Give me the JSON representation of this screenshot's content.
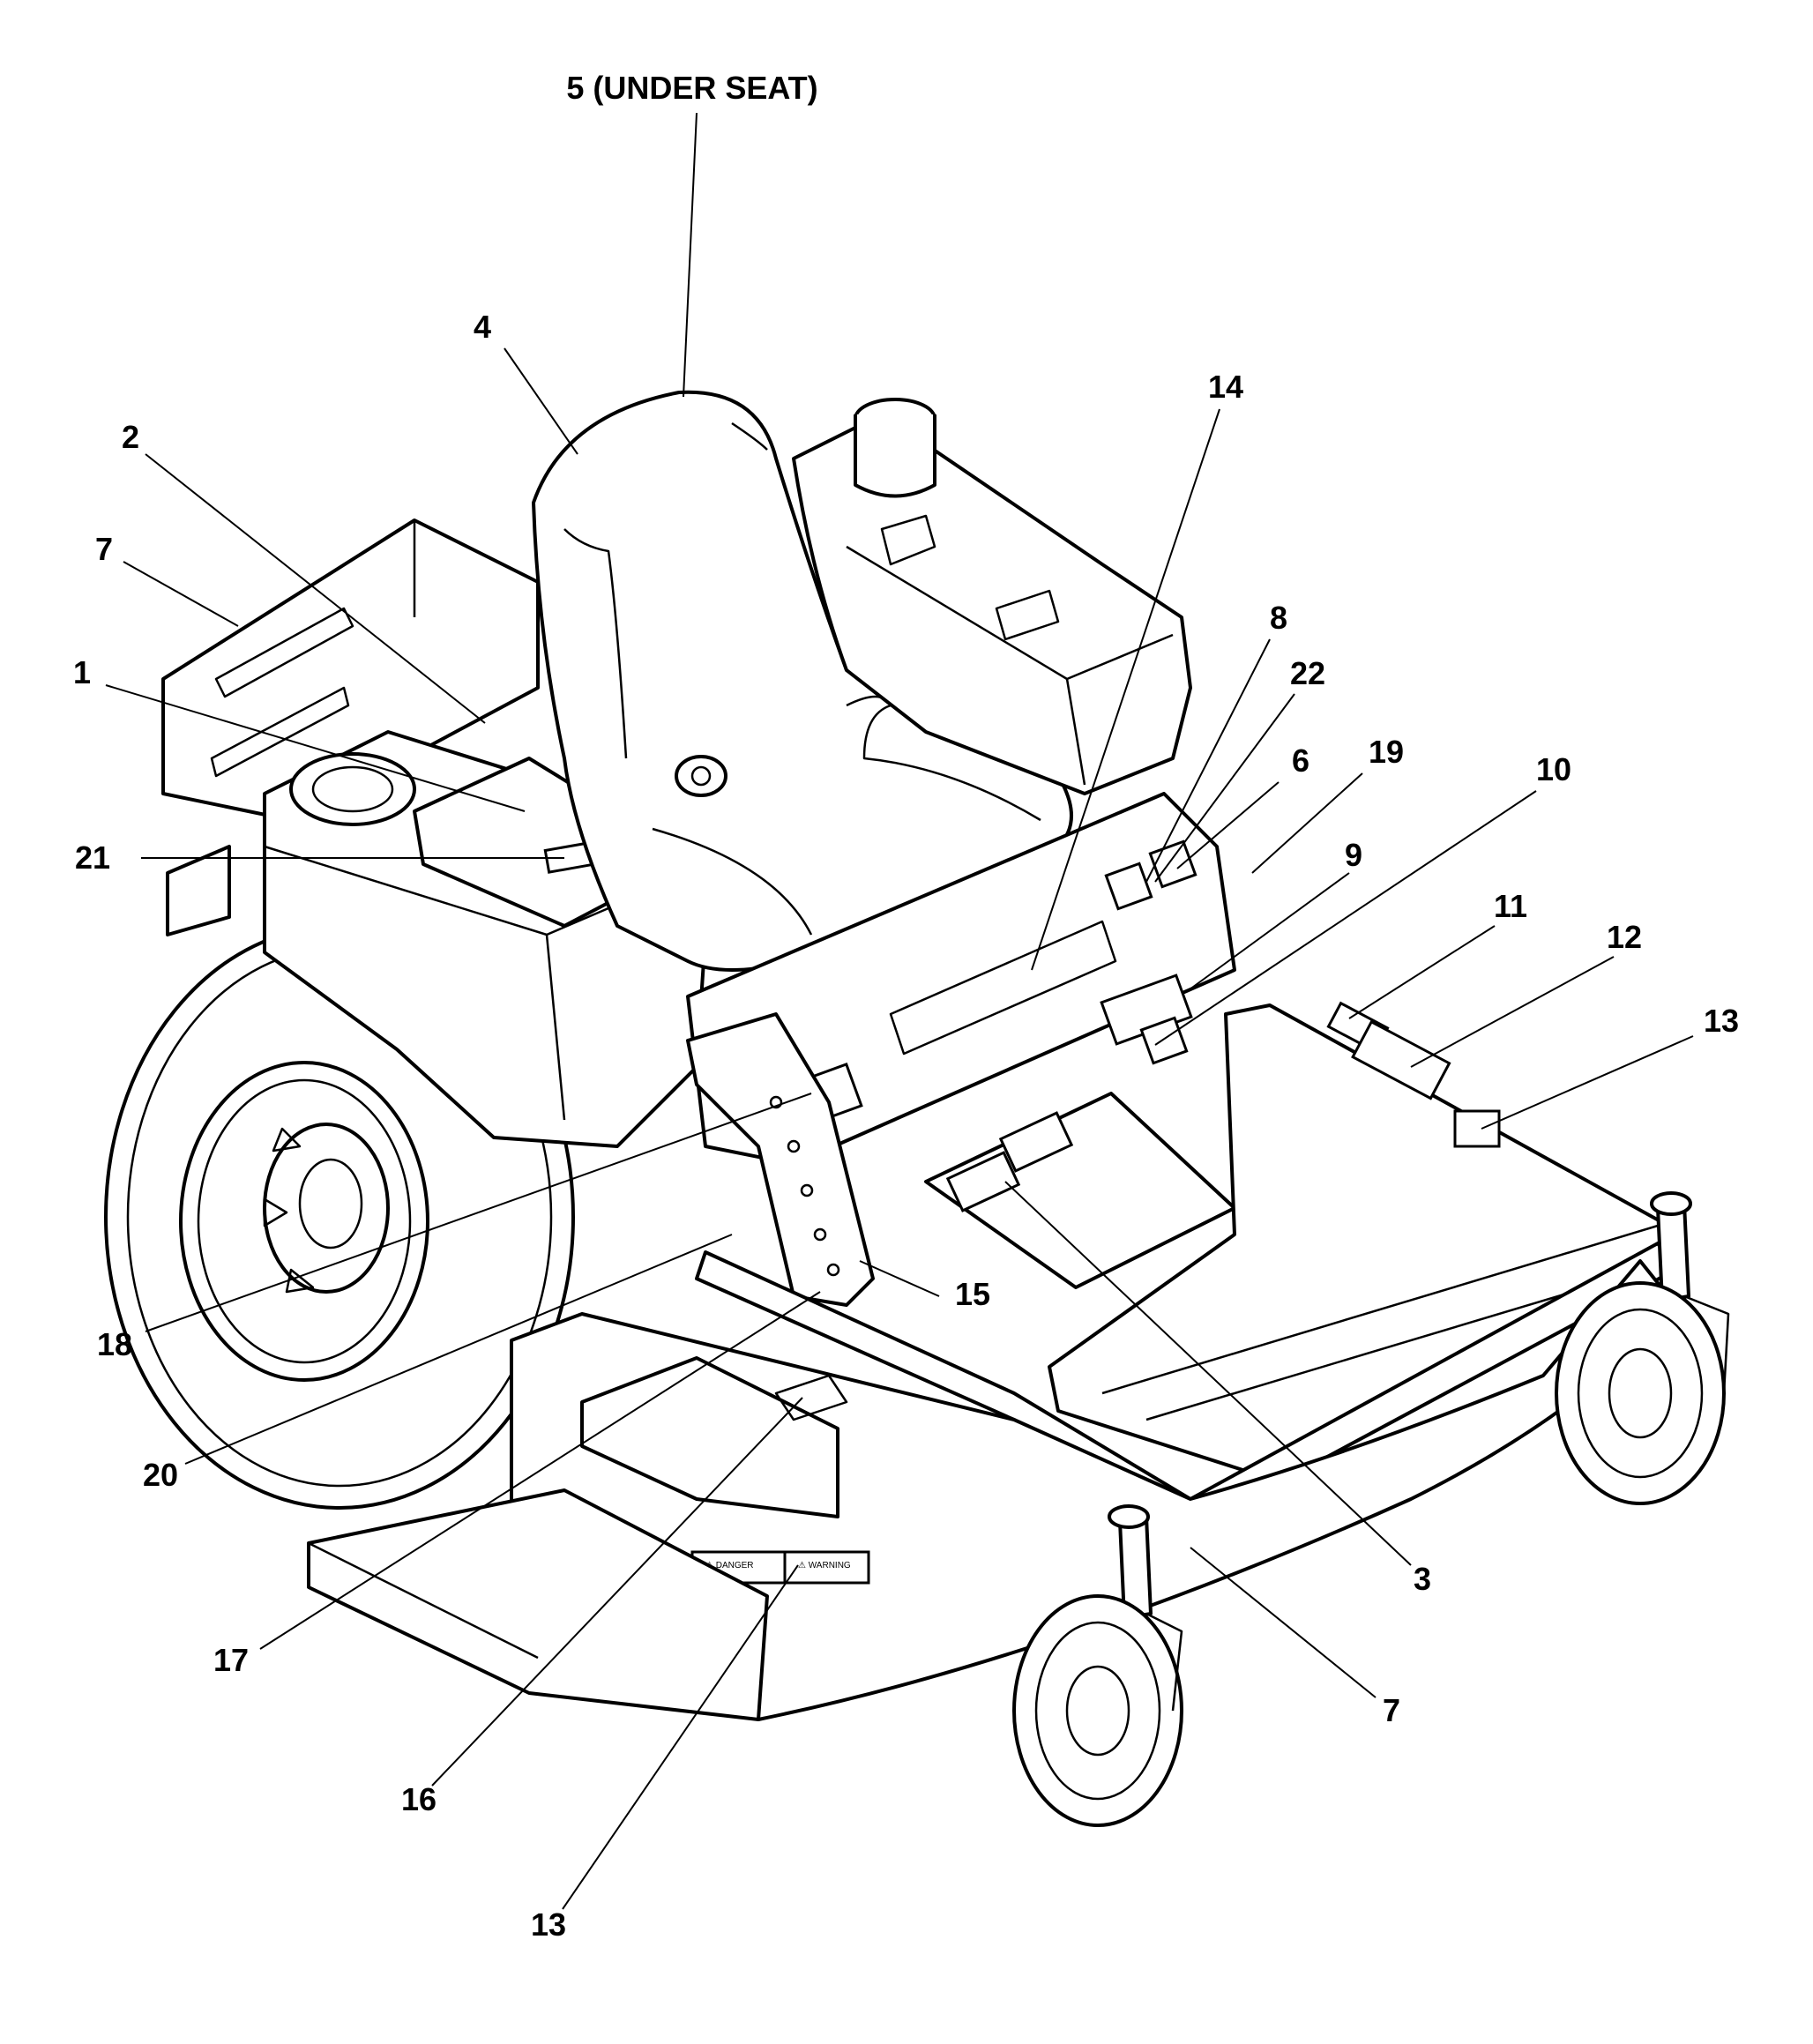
{
  "diagram": {
    "type": "exploded-parts-callout",
    "line_color": "#000000",
    "background": "#ffffff",
    "callouts": [
      {
        "id": "c5",
        "label": "5 (UNDER SEAT)"
      },
      {
        "id": "c4",
        "label": "4"
      },
      {
        "id": "c14",
        "label": "14"
      },
      {
        "id": "c2",
        "label": "2"
      },
      {
        "id": "c7a",
        "label": "7"
      },
      {
        "id": "c1",
        "label": "1"
      },
      {
        "id": "c8",
        "label": "8"
      },
      {
        "id": "c22",
        "label": "22"
      },
      {
        "id": "c6",
        "label": "6"
      },
      {
        "id": "c19",
        "label": "19"
      },
      {
        "id": "c10",
        "label": "10"
      },
      {
        "id": "c9",
        "label": "9"
      },
      {
        "id": "c21",
        "label": "21"
      },
      {
        "id": "c11",
        "label": "11"
      },
      {
        "id": "c12",
        "label": "12"
      },
      {
        "id": "c13a",
        "label": "13"
      },
      {
        "id": "c15",
        "label": "15"
      },
      {
        "id": "c18",
        "label": "18"
      },
      {
        "id": "c20",
        "label": "20"
      },
      {
        "id": "c3",
        "label": "3"
      },
      {
        "id": "c17",
        "label": "17"
      },
      {
        "id": "c7b",
        "label": "7"
      },
      {
        "id": "c16",
        "label": "16"
      },
      {
        "id": "c13b",
        "label": "13"
      }
    ]
  }
}
